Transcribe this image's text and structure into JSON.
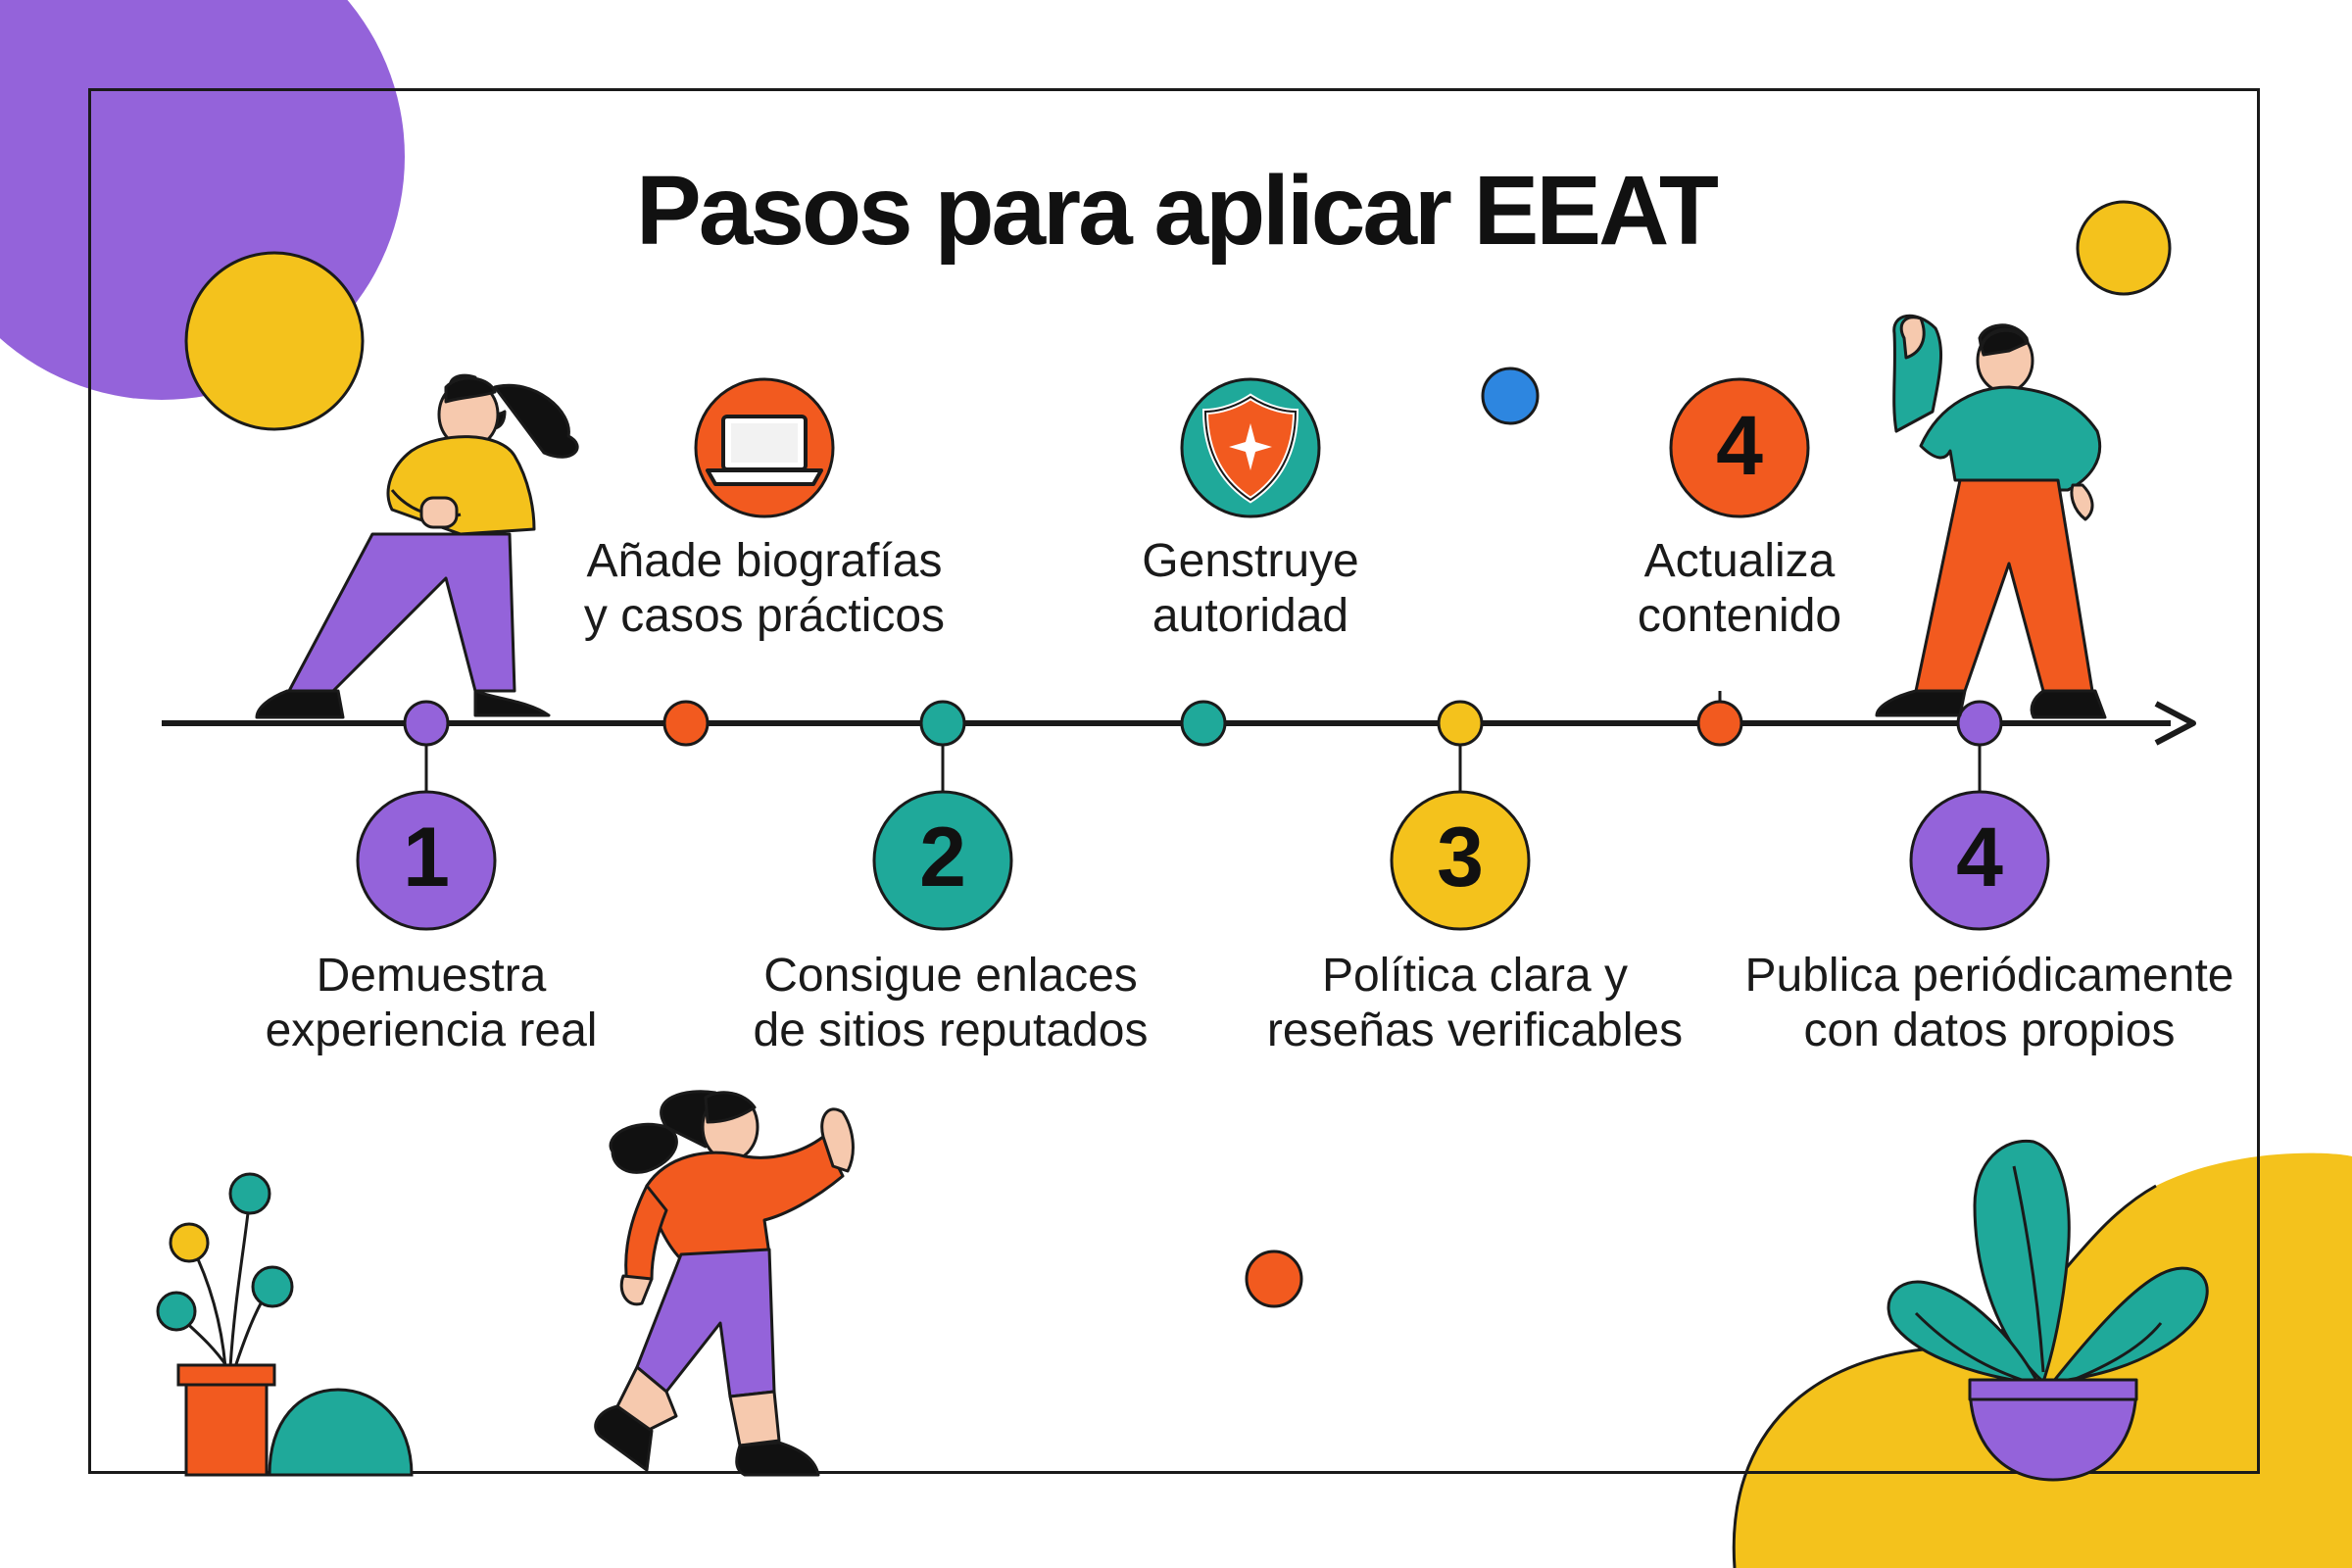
{
  "title": "Pasos para aplicar EEAT",
  "colors": {
    "purple": "#9463DA",
    "yellow": "#F4C21C",
    "orange": "#F25A1F",
    "teal": "#1FA99A",
    "blue": "#2D86E0",
    "line": "#1A1A1A"
  },
  "steps_below": [
    {
      "number": "1",
      "text": "Demuestra\nexperiencia real",
      "color": "purple"
    },
    {
      "number": "2",
      "text": "Consigue enlaces\nde sitios reputados",
      "color": "teal"
    },
    {
      "number": "3",
      "text": "Política clara y\nreseñas verificables",
      "color": "yellow"
    },
    {
      "number": "4",
      "text": "Publica periódicamente\ncon datos propios",
      "color": "purple"
    }
  ],
  "steps_above": [
    {
      "icon": "laptop-icon",
      "text": "Añade biografías\ny casos prácticos",
      "color": "orange"
    },
    {
      "icon": "shield-icon",
      "text": "Genstruye\nautoridad",
      "color": "teal"
    },
    {
      "number": "4",
      "text": "Actualiza\ncontenido",
      "color": "orange"
    }
  ]
}
